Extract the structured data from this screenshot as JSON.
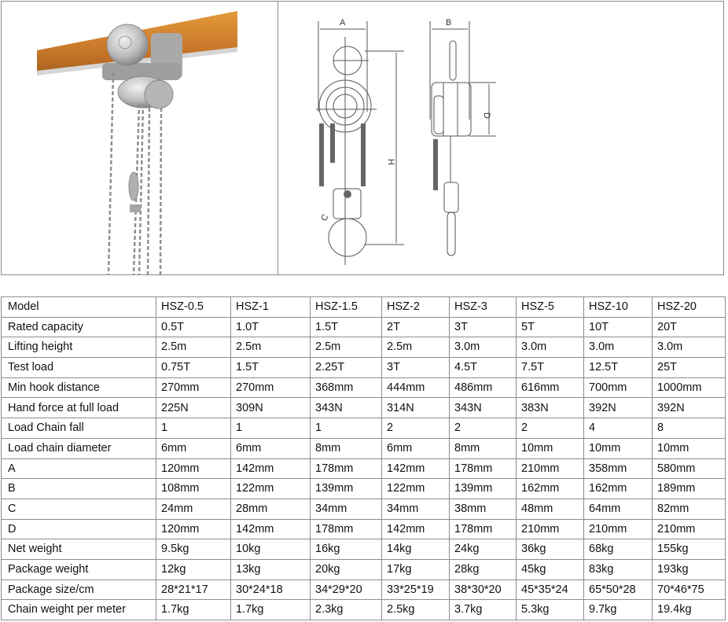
{
  "images": {
    "photo": {
      "alt": "Stainless steel manual chain hoist with geared trolley on orange I-beam",
      "beam_color": "#d98a2c",
      "metal_color": "#b8b8b8"
    },
    "drawing": {
      "alt": "Dimension drawing of chain hoist",
      "dimension_labels": [
        "A",
        "B",
        "D",
        "H",
        "C"
      ]
    }
  },
  "table": {
    "header": {
      "label": "Model",
      "models": [
        "HSZ-0.5",
        "HSZ-1",
        "HSZ-1.5",
        "HSZ-2",
        "HSZ-3",
        "HSZ-5",
        "HSZ-10",
        "HSZ-20"
      ]
    },
    "rows": [
      {
        "label": "Rated capacity",
        "values": [
          "0.5T",
          "1.0T",
          "1.5T",
          "2T",
          "3T",
          "5T",
          "10T",
          "20T"
        ]
      },
      {
        "label": "Lifting height",
        "values": [
          "2.5m",
          "2.5m",
          "2.5m",
          "2.5m",
          "3.0m",
          "3.0m",
          "3.0m",
          "3.0m"
        ]
      },
      {
        "label": "Test load",
        "values": [
          "0.75T",
          "1.5T",
          "2.25T",
          "3T",
          "4.5T",
          "7.5T",
          "12.5T",
          "25T"
        ]
      },
      {
        "label": "Min hook distance",
        "values": [
          "270mm",
          "270mm",
          "368mm",
          "444mm",
          "486mm",
          "616mm",
          "700mm",
          "1000mm"
        ]
      },
      {
        "label": "Hand force at full load",
        "values": [
          "225N",
          "309N",
          "343N",
          "314N",
          "343N",
          "383N",
          "392N",
          "392N"
        ]
      },
      {
        "label": "Load Chain fall",
        "values": [
          "1",
          "1",
          "1",
          "2",
          "2",
          "2",
          "4",
          "8"
        ]
      },
      {
        "label": "Load chain diameter",
        "values": [
          "6mm",
          "6mm",
          "8mm",
          "6mm",
          "8mm",
          "10mm",
          "10mm",
          "10mm"
        ]
      },
      {
        "label": "A",
        "values": [
          "120mm",
          "142mm",
          "178mm",
          "142mm",
          "178mm",
          "210mm",
          "358mm",
          "580mm"
        ]
      },
      {
        "label": "B",
        "values": [
          "108mm",
          "122mm",
          "139mm",
          "122mm",
          "139mm",
          "162mm",
          "162mm",
          "189mm"
        ]
      },
      {
        "label": "C",
        "values": [
          "24mm",
          "28mm",
          "34mm",
          "34mm",
          "38mm",
          "48mm",
          "64mm",
          "82mm"
        ]
      },
      {
        "label": "D",
        "values": [
          "120mm",
          "142mm",
          "178mm",
          "142mm",
          "178mm",
          "210mm",
          "210mm",
          "210mm"
        ]
      },
      {
        "label": "Net weight",
        "values": [
          "9.5kg",
          "10kg",
          "16kg",
          "14kg",
          "24kg",
          "36kg",
          "68kg",
          "155kg"
        ]
      },
      {
        "label": "Package weight",
        "values": [
          "12kg",
          "13kg",
          "20kg",
          "17kg",
          "28kg",
          "45kg",
          "83kg",
          "193kg"
        ]
      },
      {
        "label": "Package size/cm",
        "values": [
          "28*21*17",
          "30*24*18",
          "34*29*20",
          "33*25*19",
          "38*30*20",
          "45*35*24",
          "65*50*28",
          "70*46*75"
        ]
      },
      {
        "label": "Chain weight per meter",
        "values": [
          "1.7kg",
          "1.7kg",
          "2.3kg",
          "2.5kg",
          "3.7kg",
          "5.3kg",
          "9.7kg",
          "19.4kg"
        ]
      }
    ]
  }
}
